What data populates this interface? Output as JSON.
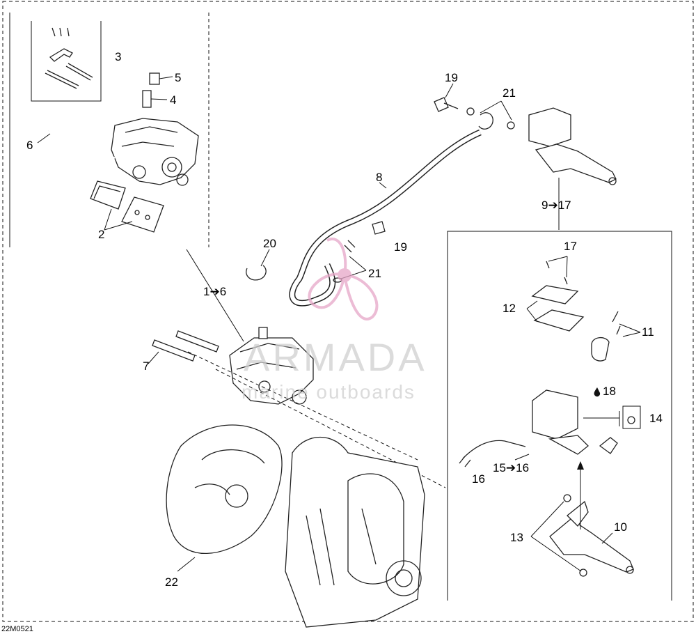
{
  "diagram": {
    "callouts": {
      "c2": "2",
      "c3": "3",
      "c4": "4",
      "c5": "5",
      "c6": "6",
      "c1to6": "1➔6",
      "c7": "7",
      "c8": "8",
      "c9to17": "9➔17",
      "c10": "10",
      "c11": "11",
      "c12": "12",
      "c13": "13",
      "c14": "14",
      "c15to16": "15➔16",
      "c16": "16",
      "c17": "17",
      "c18": "18",
      "c19a": "19",
      "c19b": "19",
      "c20": "20",
      "c21a": "21",
      "c21b": "21",
      "c22": "22"
    },
    "drawing_code": "22M0521"
  },
  "watermark": {
    "brand": "ARMADA",
    "tagline": "marine outboards",
    "color": "#e6a6c8"
  }
}
